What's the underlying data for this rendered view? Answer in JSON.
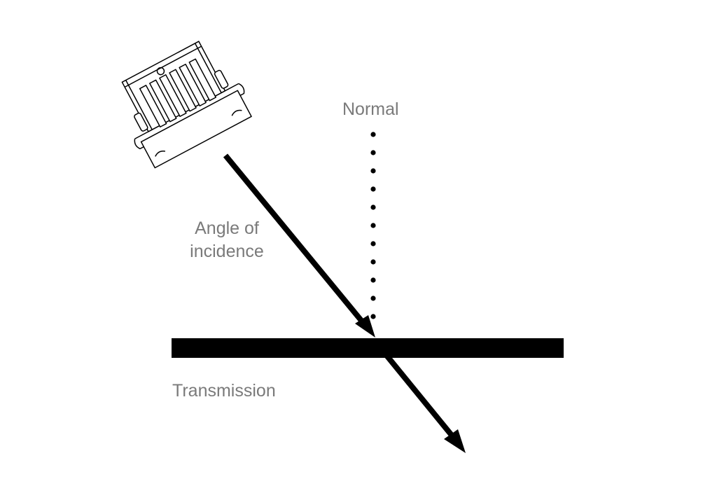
{
  "labels": {
    "normal": "Normal",
    "angle_line1": "Angle of",
    "angle_line2": "incidence",
    "transmission": "Transmission"
  },
  "icons": {
    "light_source": "led-light-source-icon"
  },
  "colors": {
    "ink": "#000000",
    "label_text": "#7a7a7a",
    "background": "#ffffff"
  }
}
